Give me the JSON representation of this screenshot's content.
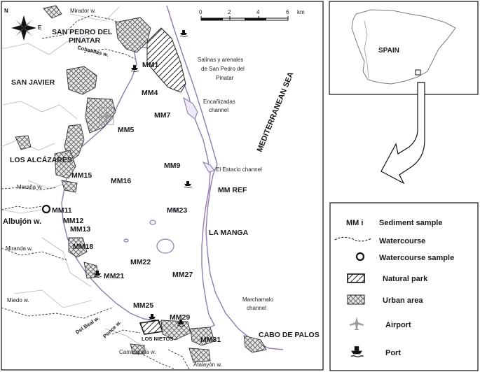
{
  "scale_bar": {
    "ticks": [
      "0",
      "2",
      "4",
      "6"
    ],
    "unit": "km"
  },
  "compass": {
    "n": "N",
    "e": "E"
  },
  "places": {
    "san_pedro": [
      "SAN PEDRO DEL",
      "PINATAR"
    ],
    "san_javier": "SAN JAVIER",
    "los_alcazares": "LOS ALCÁZARES",
    "cabo_de_palos": "CABO DE PALOS",
    "la_manga": "LA  MANGA",
    "los_nietos": "LOS NIETOS",
    "sea": "MEDITERRANEAN SEA",
    "salinas": [
      "Salinas y arenales",
      "de San Pedro del",
      "Pinatar"
    ],
    "encaniz": [
      "Encañizadas",
      "channel"
    ],
    "estacio": "El Estacio channel",
    "marchamalo": [
      "Marchamalo",
      "channel"
    ],
    "spain": "SPAIN"
  },
  "watercourses": {
    "mirador": "Mirador w.",
    "cobatillas": "Cobatillas w.",
    "marana": "Maraña w.",
    "albujon": "Albujón w.",
    "miranda": "Miranda w.",
    "miedo": "Miedo w.",
    "del_beal": "Del Beal w.",
    "ponce": "Ponce w.",
    "carrasquilla": "Carrasquilla w.",
    "atalayon": "Atalayón w."
  },
  "samples": {
    "mm1": "MM1",
    "mm4": "MM4",
    "mm5": "MM5",
    "mm7": "MM7",
    "mm9": "MM9",
    "mmref": "MM REF",
    "mm11": "MM11",
    "mm12": "MM12",
    "mm13": "MM13",
    "mm15": "MM15",
    "mm16": "MM16",
    "mm18": "MM18",
    "mm21": "MM21",
    "mm22": "MM22",
    "mm23": "MM23",
    "mm25": "MM25",
    "mm27": "MM27",
    "mm29": "MM29",
    "mm31": "MM31"
  },
  "legend": {
    "sediment_symbol": "MM i",
    "sediment": "Sediment sample",
    "watercourse": "Watercourse",
    "watercourse_sample": "Watercourse sample",
    "natural_park": "Natural park",
    "urban_area": "Urban area",
    "airport": "Airport",
    "port": "Port"
  },
  "colors": {
    "coast": "#8e7bb0",
    "ink": "#1a1a1a",
    "urban": "#c4c4c4"
  }
}
